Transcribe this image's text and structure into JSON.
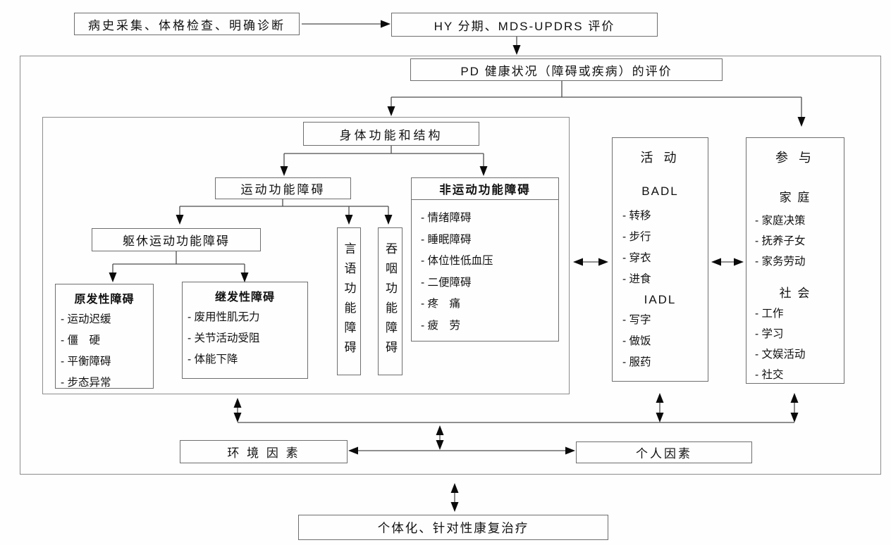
{
  "diagram": {
    "intake_box": "病史采集、体格检查、明确诊断",
    "staging_box": "HY 分期、MDS-UPDRS 评价",
    "pd_eval_box": "PD 健康状况（障碍或疾病）的评价",
    "body_structure_box": "身体功能和结构",
    "motor_box": "运动功能障碍",
    "nonmotor": {
      "title": "非运动功能障碍",
      "items": [
        "- 情绪障碍",
        "- 睡眠障碍",
        "- 体位性低血压",
        "- 二便障碍",
        "- 疼　痛",
        "- 疲　劳"
      ]
    },
    "trunk_motor_box": "躯休运动功能障碍",
    "primary": {
      "title": "原发性障碍",
      "items": [
        "- 运动迟缓",
        "- 僵　硬",
        "- 平衡障碍",
        "- 步态异常"
      ]
    },
    "secondary": {
      "title": "继发性障碍",
      "items": [
        "- 废用性肌无力",
        "- 关节活动受阻",
        "- 体能下降"
      ]
    },
    "speech_box": "言语功能障碍",
    "swallow_box": "吞咽功能障碍",
    "activity": {
      "title": "活 动",
      "badl_label": "BADL",
      "badl_items": [
        "- 转移",
        "- 步行",
        "- 穿衣",
        "- 进食"
      ],
      "iadl_label": "IADL",
      "iadl_items": [
        "- 写字",
        "- 做饭",
        "- 服药"
      ]
    },
    "participation": {
      "title": "参 与",
      "family_label": "家 庭",
      "family_items": [
        "- 家庭决策",
        "- 抚养子女",
        "- 家务劳动"
      ],
      "social_label": "社 会",
      "social_items": [
        "- 工作",
        "- 学习",
        "- 文娱活动",
        "- 社交"
      ]
    },
    "environment_box": "环 境 因 素",
    "personal_box": "个人因素",
    "treatment_box": "个体化、针对性康复治疗"
  },
  "colors": {
    "line": "#4d4d4d",
    "arrowhead": "#0b0b0b",
    "border": "#6e6e6e",
    "text": "#111111",
    "background": "#ffffff"
  }
}
